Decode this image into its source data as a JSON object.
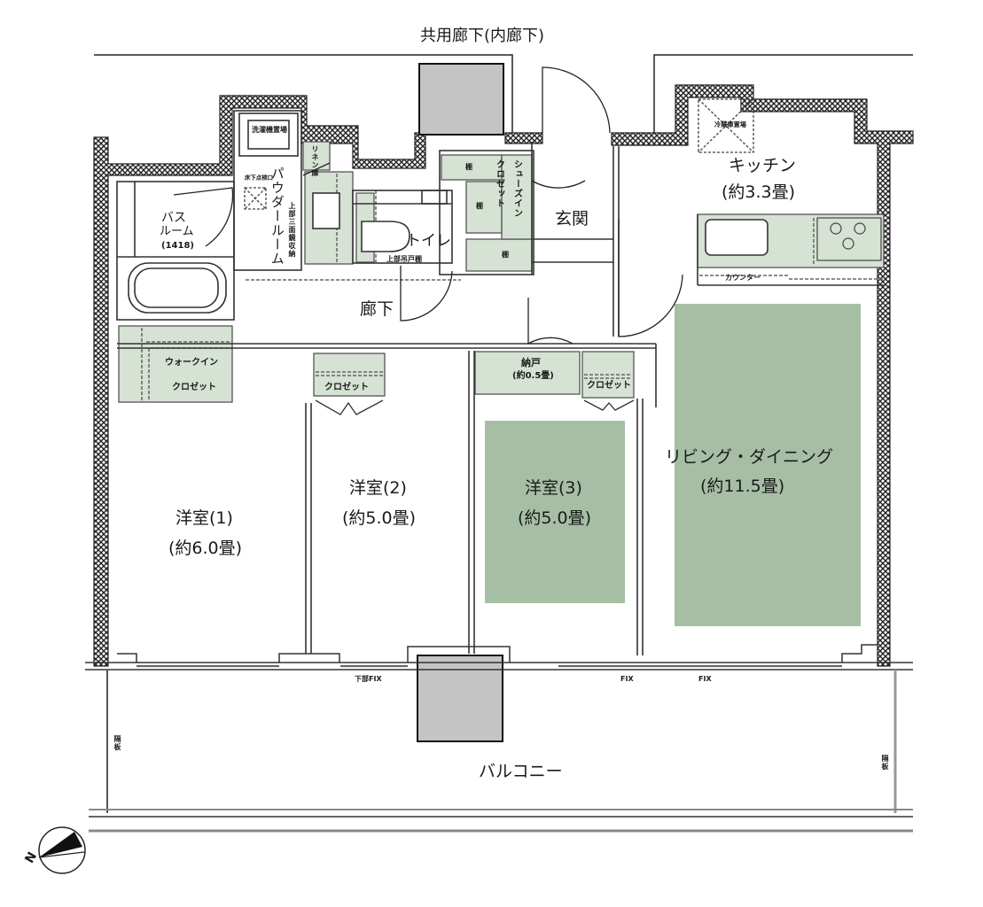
{
  "title": "共用廊下(内廊下)",
  "colors": {
    "room_fill": "#a6bfa4",
    "storage_fill": "#d6e2d4",
    "wall_hatch": "#2a2a2a",
    "column_fill": "#c4c4c4",
    "line": "#333333"
  },
  "rooms": {
    "kitchen": {
      "name": "キッチン",
      "size": "(約3.3畳)"
    },
    "entrance": {
      "name": "玄関"
    },
    "hallway": {
      "name": "廊下"
    },
    "toilet": {
      "name": "トイレ",
      "note": "上部吊戸棚"
    },
    "bath": {
      "name": "バス",
      "name2": "ルーム",
      "size": "(1418)"
    },
    "powder": {
      "name": "パウダールーム",
      "note": "上部三面鏡収納",
      "laundry": "洗濯機置場",
      "inspection": "床下点検口",
      "linen": "リネン庫"
    },
    "shoes": {
      "name": "シューズイン",
      "name2": "クロゼット",
      "shelf": "棚"
    },
    "wic": {
      "name": "ウォークイン",
      "name2": "クロゼット"
    },
    "western1": {
      "name": "洋室(1)",
      "size": "(約6.0畳)"
    },
    "western2": {
      "name": "洋室(2)",
      "size": "(約5.0畳)",
      "closet": "クロゼット"
    },
    "western3": {
      "name": "洋室(3)",
      "size": "(約5.0畳)",
      "closet": "クロゼット"
    },
    "storage": {
      "name": "納戸",
      "size": "(約0.5畳)"
    },
    "living": {
      "name": "リビング・ダイニング",
      "size": "(約11.5畳)"
    },
    "counter": "カウンター",
    "fridge": "冷蔵庫置場",
    "balcony": "バルコニー",
    "partition": "隔板"
  },
  "window_notes": [
    "下部FIX",
    "FIX",
    "FIX"
  ],
  "compass": {
    "label": "N"
  }
}
